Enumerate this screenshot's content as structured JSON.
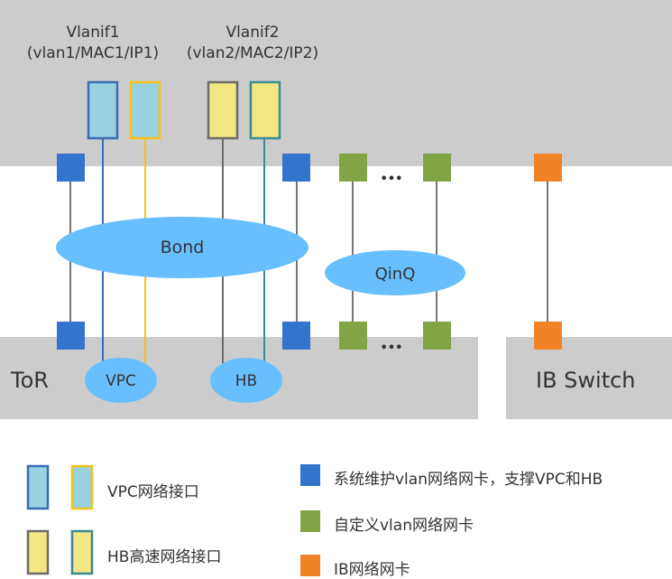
{
  "diagram": {
    "server_area": {
      "vlanif1": {
        "title": "Vlanif1",
        "subtitle": "(vlan1/MAC1/IP1)"
      },
      "vlanif2": {
        "title": "Vlanif2",
        "subtitle": "(vlan2/MAC2/IP2)"
      }
    },
    "bond_label": "Bond",
    "qinq_label": "QinQ",
    "ellipsis": "•••",
    "tor": {
      "label": "ToR",
      "vpc_label": "VPC",
      "hb_label": "HB"
    },
    "ib_switch": {
      "label": "IB Switch"
    }
  },
  "legend": {
    "vpc_interface": "VPC网络接口",
    "hb_interface": "HB高速网络接口",
    "system_nic": "系统维护vlan网络网卡，支撑VPC和HB",
    "custom_nic": "自定义vlan网络网卡",
    "ib_nic": "IB网络网卡"
  },
  "colors": {
    "panel_gray": "#cccccc",
    "system_blue": "#3375cd",
    "custom_green": "#83a445",
    "ib_orange": "#f08326",
    "ellipse_blue": "#68bfff",
    "vpc_fill": "#98d1e0",
    "hb_fill": "#f3e784",
    "border_blue": "#3a6db5",
    "border_yellow": "#f5c21b",
    "border_gray": "#6b6b6b",
    "border_teal": "#3c8a92"
  }
}
